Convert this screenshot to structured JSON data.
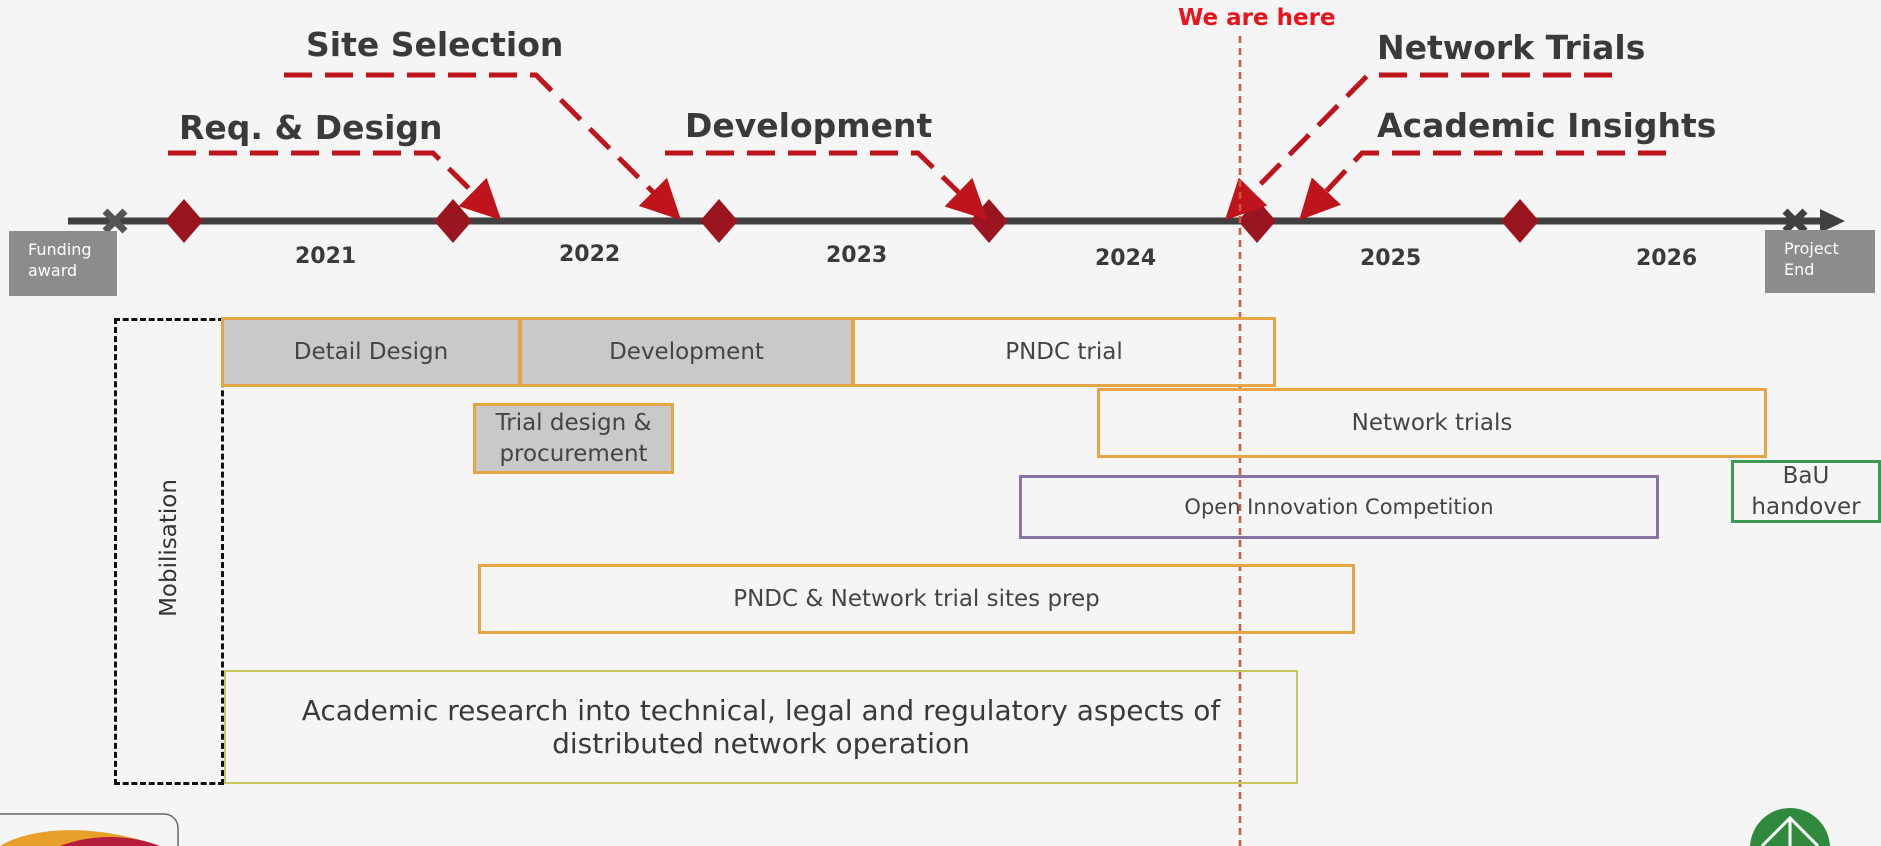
{
  "marker": {
    "label": "We are here"
  },
  "stages": {
    "req_design": "Req. & Design",
    "site_selection": "Site Selection",
    "development": "Development",
    "network_trials": "Network Trials",
    "academic_insights": "Academic Insights"
  },
  "years": [
    "2021",
    "2022",
    "2023",
    "2024",
    "2025",
    "2026"
  ],
  "endpoints": {
    "start": "Funding award",
    "end": "Project End"
  },
  "tasks": {
    "mobilisation": "Mobilisation",
    "detail_design": "Detail Design",
    "development": "Development",
    "pndc_trial": "PNDC trial",
    "network_trials": "Network trials",
    "trial_design": "Trial design & procurement",
    "open_innovation": "Open Innovation Competition",
    "bau_handover": "BaU handover",
    "sites_prep": "PNDC & Network trial sites prep",
    "academic_research": "Academic research into technical, legal and regulatory aspects of distributed network operation"
  },
  "colors": {
    "milestone": "#9b1520",
    "leader": "#c0141c",
    "marker": "#e8141b",
    "timeline": "#404040",
    "task_orange": "#e6a444",
    "task_purple": "#8b72a6",
    "task_green": "#3a9a55",
    "task_olive": "#c9c65a"
  },
  "icons": [
    "start-cross-icon",
    "end-arrow-icon",
    "milestone-diamond-icon",
    "logo-left-icon",
    "logo-right-icon"
  ]
}
